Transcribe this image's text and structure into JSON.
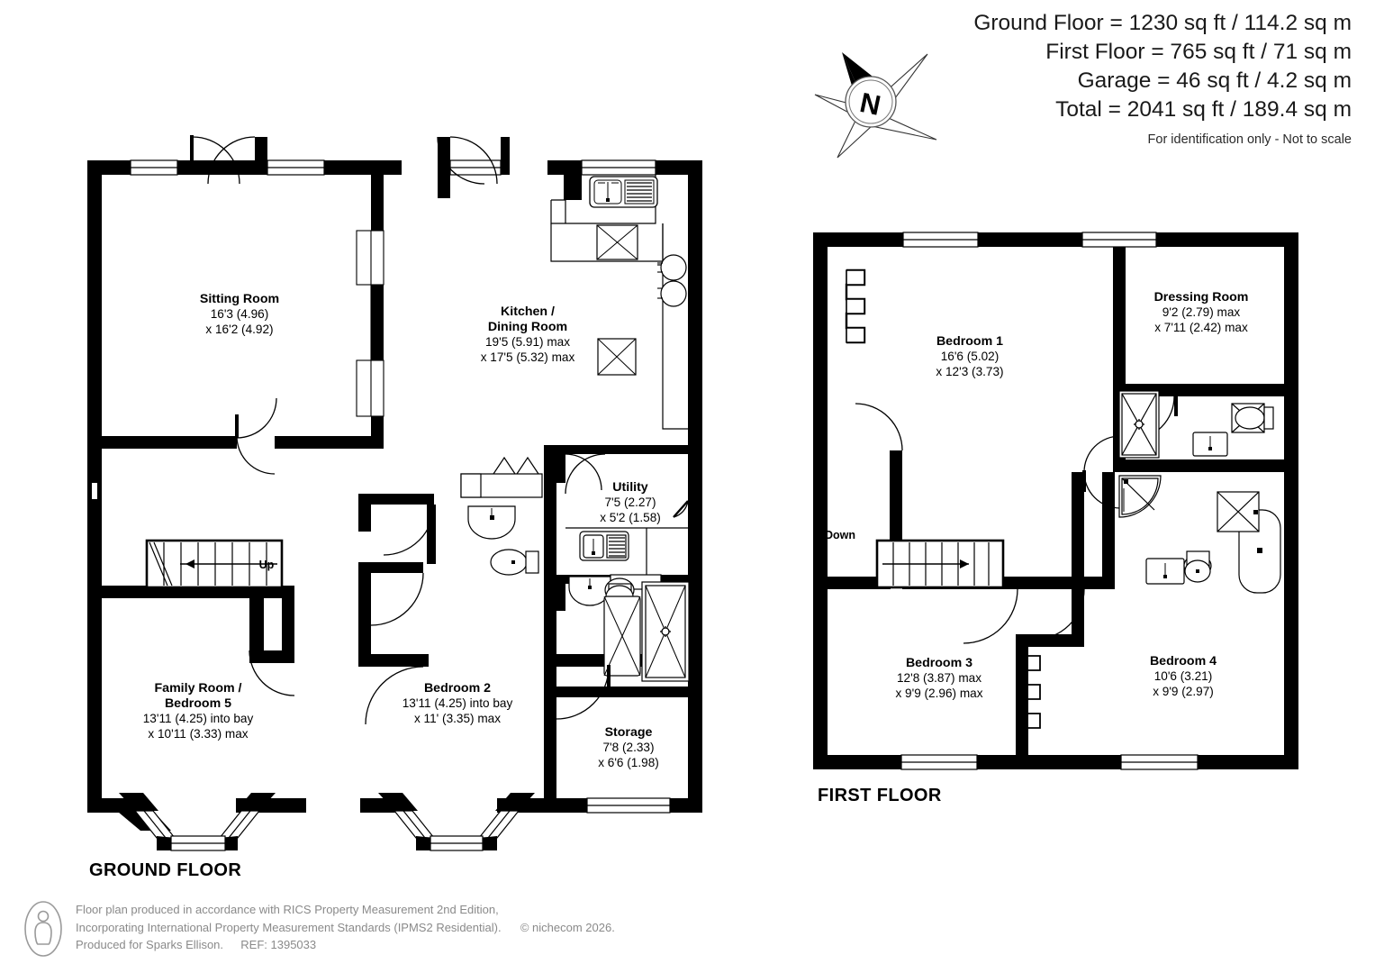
{
  "areas": {
    "lines": [
      "Ground Floor = 1230 sq ft / 114.2 sq m",
      "First Floor = 765 sq ft / 71 sq m",
      "Garage = 46 sq ft / 4.2 sq m",
      "Total = 2041 sq ft / 189.4 sq m"
    ],
    "disclaimer": "For identification only - Not to scale"
  },
  "compass": {
    "label": "N",
    "name": "north-arrow"
  },
  "floors": {
    "ground_title": "GROUND FLOOR",
    "first_title": "FIRST FLOOR"
  },
  "ground_rooms": [
    {
      "name": "Sitting Room",
      "d1": "16'3 (4.96)",
      "d2": "x 16'2 (4.92)"
    },
    {
      "name": "Kitchen /",
      "name2": "Dining Room",
      "d1": "19'5 (5.91) max",
      "d2": "x 17'5 (5.32) max"
    },
    {
      "name": "Utility",
      "d1": "7'5 (2.27)",
      "d2": "x 5'2 (1.58)"
    },
    {
      "name": "Family Room /",
      "name2": "Bedroom 5",
      "d1": "13'11 (4.25) into bay",
      "d2": "x 10'11 (3.33) max"
    },
    {
      "name": "Bedroom 2",
      "d1": "13'11 (4.25) into bay",
      "d2": "x 11' (3.35) max"
    },
    {
      "name": "Storage",
      "d1": "7'8 (2.33)",
      "d2": "x 6'6 (1.98)"
    }
  ],
  "first_rooms": [
    {
      "name": "Bedroom 1",
      "d1": "16'6 (5.02)",
      "d2": "x 12'3 (3.73)"
    },
    {
      "name": "Dressing Room",
      "d1": "9'2 (2.79) max",
      "d2": "x 7'11 (2.42) max"
    },
    {
      "name": "Bedroom 3",
      "d1": "12'8 (3.87) max",
      "d2": "x 9'9 (2.96)  max"
    },
    {
      "name": "Bedroom 4",
      "d1": "10'6 (3.21)",
      "d2": "x 9'9 (2.97)"
    }
  ],
  "markers": {
    "up": "Up",
    "down": "Down"
  },
  "footer": {
    "line1": "Floor plan produced in accordance with RICS Property Measurement 2nd Edition,",
    "line2": "Incorporating International Property Measurement Standards (IPMS2 Residential).",
    "copyright": "© nichecom 2026.",
    "line3": "Produced for Sparks Ellison.",
    "ref": "REF: 1395033"
  },
  "colors": {
    "wall": "#000000",
    "paper": "#ffffff",
    "fixture": "#1a1a1a",
    "footer_text": "#8a8a8a"
  }
}
